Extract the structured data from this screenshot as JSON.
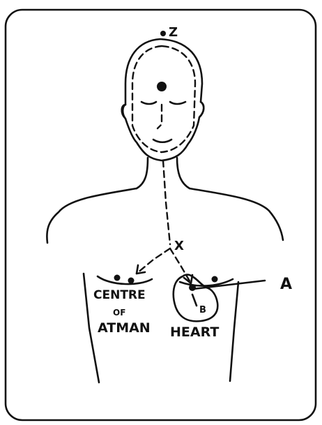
{
  "labels": {
    "z": "Z",
    "x": "X",
    "a": "A",
    "b": "B",
    "centre_line1": "CENTRE",
    "centre_line2": "OF",
    "centre_line3": "ATMAN",
    "heart": "HEART"
  },
  "colors": {
    "ink": "#111111",
    "paper": "#ffffff"
  }
}
